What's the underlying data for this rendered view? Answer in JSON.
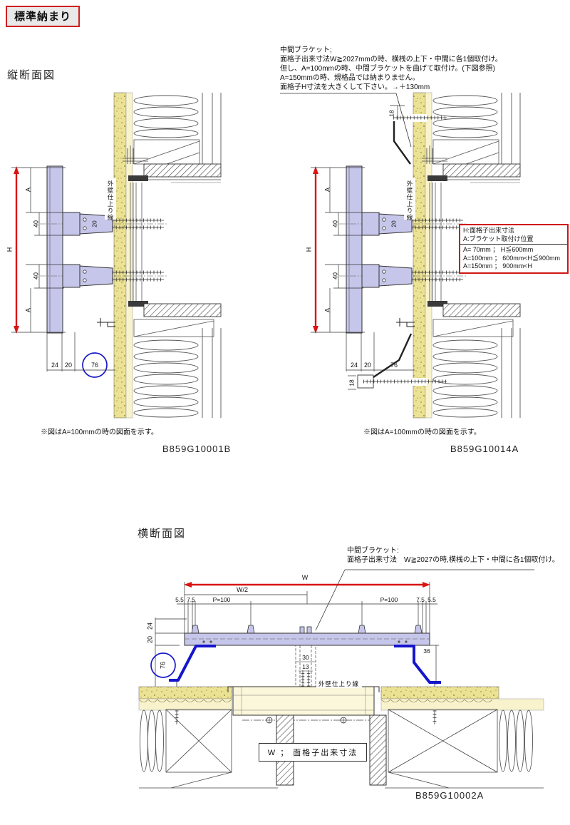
{
  "title": "標準納まり",
  "section_labels": {
    "vertical": "縦断面図",
    "horizontal": "横断面図"
  },
  "top_note": {
    "lines": [
      "中間ブラケット;",
      "面格子出来寸法W≧2027mmの時、横桟の上下・中間に各1個取付け。",
      "但し、A=100mmの時、中間ブラケットを曲げて取付け。(下図参照)",
      "A=150mmの時、規格品では納まりません。",
      "面格子H寸法を大きくして下さい。→＋130mm"
    ]
  },
  "spec_box": {
    "header1": "H:面格子出来寸法",
    "header2": "A:ブラケット取付け位置",
    "row1": "A= 70mm ； H≦600mm",
    "row2": "A=100mm ； 600mm<H≦900mm",
    "row3": "A=150mm ； 900mm<H"
  },
  "figure_notes": {
    "left": "※図はA=100mmの時の図面を示す。",
    "right": "※図はA=100mmの時の図面を示す。"
  },
  "codes": {
    "left": "B859G10001B",
    "right": "B859G10014A",
    "bottom": "B859G10002A"
  },
  "bottom_note": {
    "lines": [
      "中間ブラケット:",
      "面格子出来寸法　W≧2027の時,横桟の上下・中間に各1個取付け。"
    ]
  },
  "legend": {
    "w_definition": "W ； 面格子出来寸法"
  },
  "labels": {
    "wall_finish": "外壁仕上り線"
  },
  "dims": {
    "H": "H",
    "A": "A",
    "d40": "40",
    "d20arm": "20",
    "d24": "24",
    "d20": "20",
    "d76": "76",
    "d18": "18",
    "W": "W",
    "W2": "W/2",
    "P": "P=100",
    "d55": "5.5",
    "d75": "7.5",
    "d30": "30",
    "d13": "13",
    "d36": "36"
  },
  "colors": {
    "red": "#d81414",
    "blue": "#1a1ac8",
    "lavender": "#c6c6ea",
    "stucco": "#ece293",
    "pale": "#f8f3cd"
  }
}
